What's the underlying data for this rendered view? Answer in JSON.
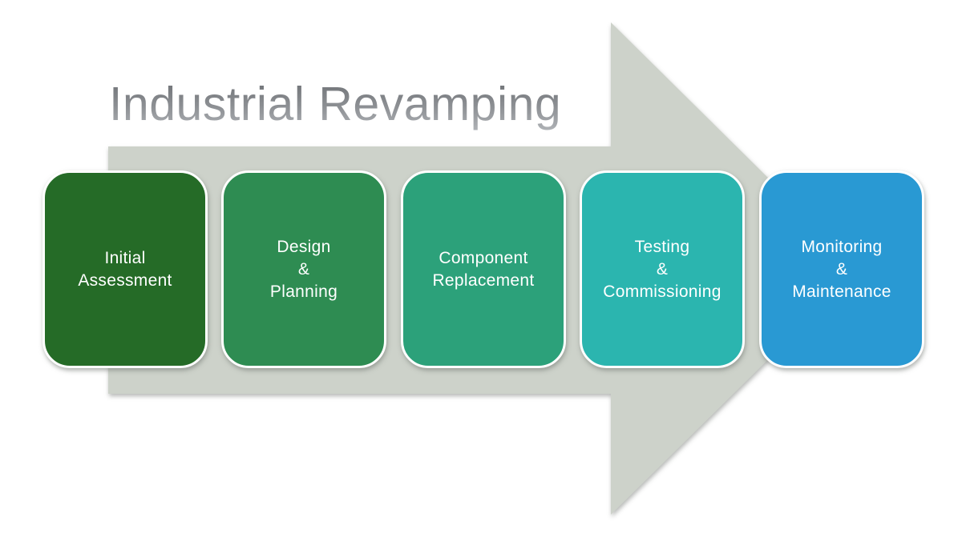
{
  "page": {
    "background_color": "#ffffff"
  },
  "title": {
    "text": "Industrial Revamping",
    "gradient_top_color": "#6e7175",
    "gradient_bottom_color": "#b0b3b7"
  },
  "arrow": {
    "shape": "right-arrow",
    "color": "#cdd2ca"
  },
  "steps": [
    {
      "name": "initial-assessment",
      "color": "#256b27",
      "lines": [
        "Initial",
        "Assessment"
      ]
    },
    {
      "name": "design-planning",
      "color": "#2e8c52",
      "lines": [
        "Design",
        "&",
        "Planning"
      ]
    },
    {
      "name": "component-replacement",
      "color": "#2ca17a",
      "lines": [
        "Component",
        "Replacement"
      ]
    },
    {
      "name": "testing-commissioning",
      "color": "#2bb5af",
      "lines": [
        "Testing",
        "&",
        "Commissioning"
      ]
    },
    {
      "name": "monitoring-maintenance",
      "color": "#2999d3",
      "lines": [
        "Monitoring",
        "&",
        "Maintenance"
      ]
    }
  ],
  "step_text_color": "#ffffff"
}
